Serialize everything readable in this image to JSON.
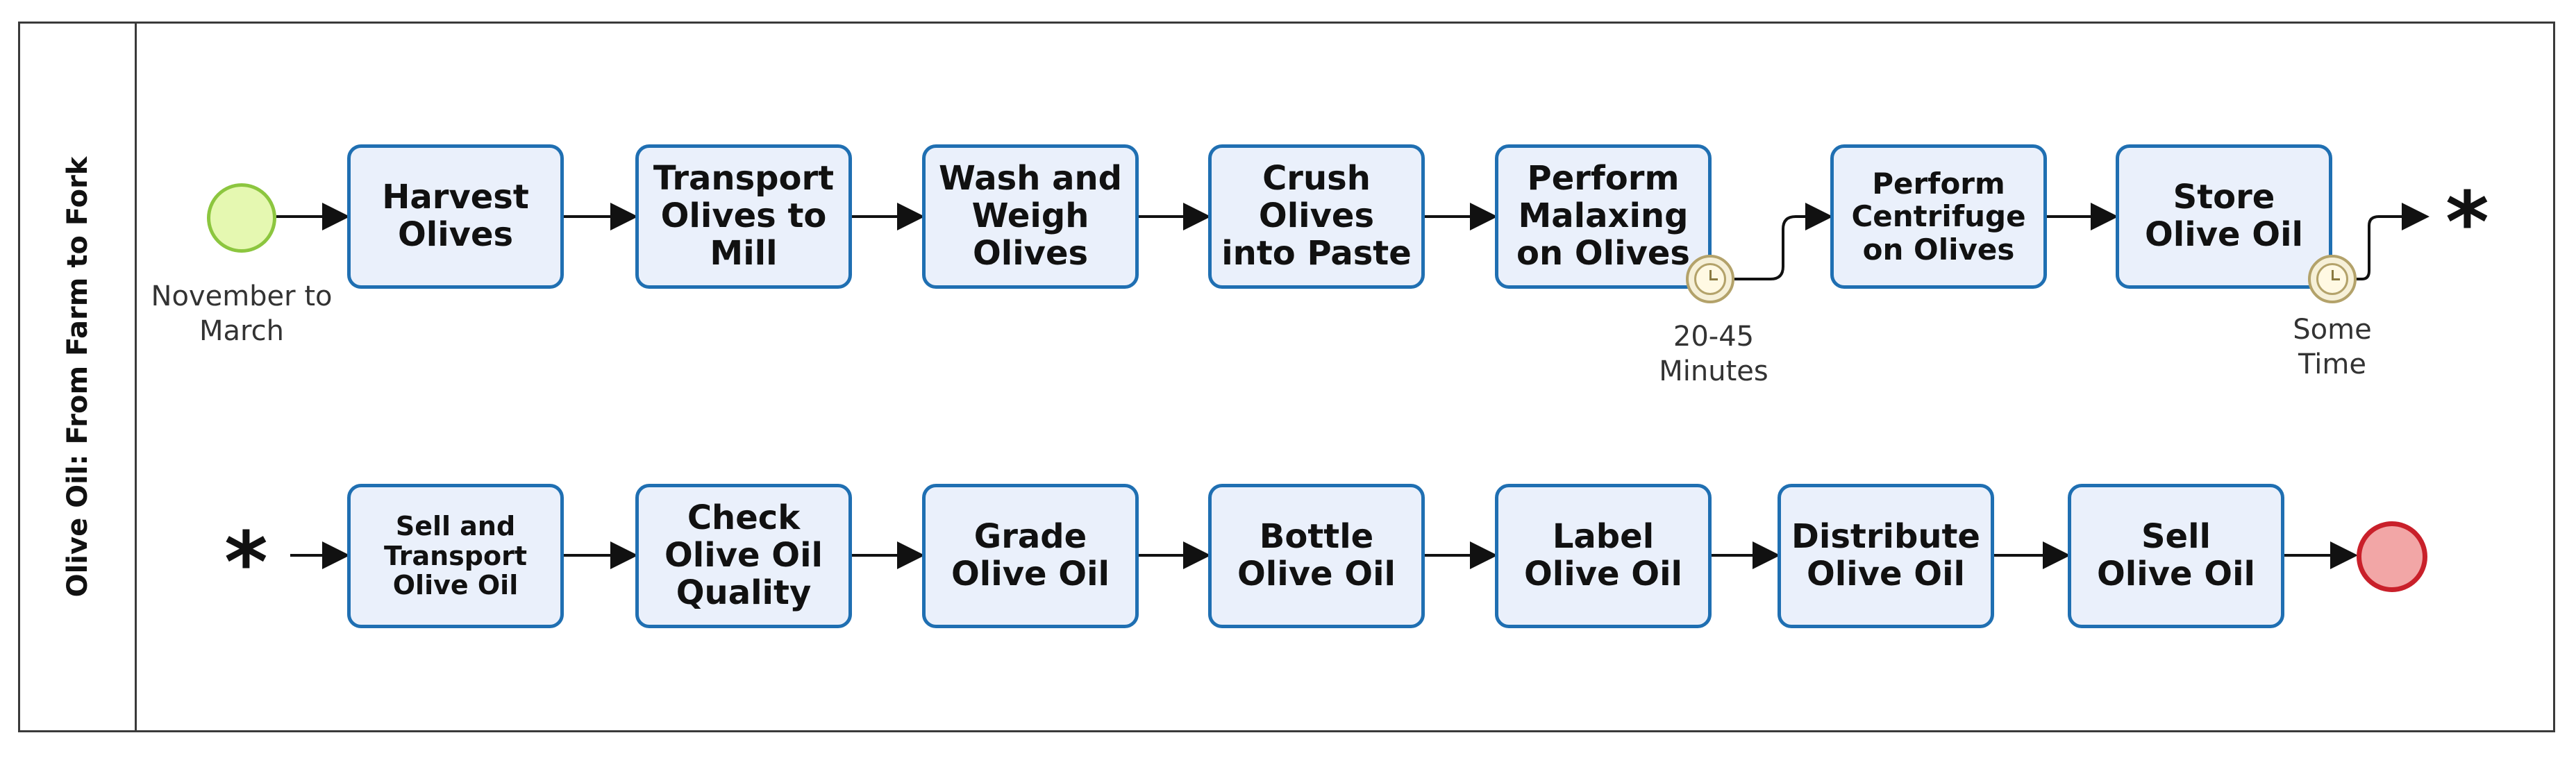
{
  "pool": {
    "label": "Olive Oil: From Farm to Fork"
  },
  "events": {
    "start_label": "November to\nMarch",
    "timer1_label": "20-45\nMinutes",
    "timer2_label": "Some\nTime",
    "link_symbol": "*"
  },
  "row1_tasks": [
    "Harvest\nOlives",
    "Transport\nOlives to\nMill",
    "Wash and\nWeigh\nOlives",
    "Crush\nOlives\ninto Paste",
    "Perform\nMalaxing\non Olives",
    "Perform\nCentrifuge\non Olives",
    "Store\nOlive Oil"
  ],
  "row2_tasks": [
    "Sell and\nTransport\nOlive Oil",
    "Check\nOlive Oil\nQuality",
    "Grade\nOlive Oil",
    "Bottle\nOlive Oil",
    "Label\nOlive Oil",
    "Distribute\nOlive Oil",
    "Sell\nOlive Oil"
  ],
  "colors": {
    "task_fill": "#eaf0fb",
    "task_border": "#1f6fb2",
    "start_fill": "#e5f8b1",
    "start_border": "#8cc63f",
    "end_fill": "#f2a6a6",
    "end_border": "#c9202a",
    "timer_border": "#b3a26a"
  }
}
